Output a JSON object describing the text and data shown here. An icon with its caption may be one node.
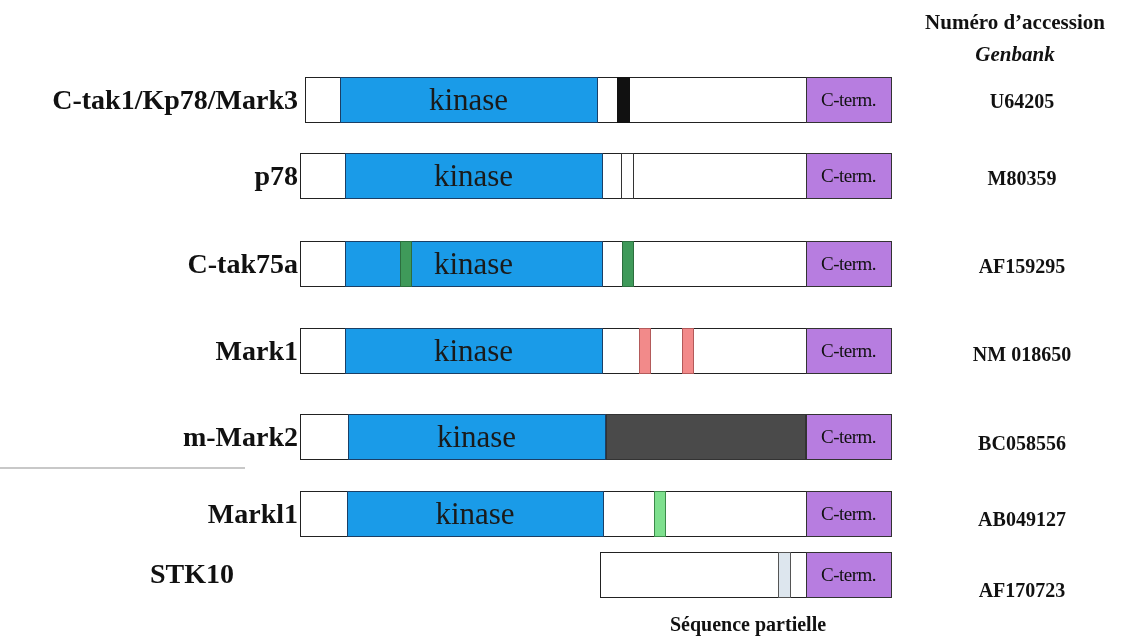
{
  "diagram": {
    "nodes": [
      {
        "text": [],
        "shape": "bar"
      },
      {
        "text": [
          "kinase"
        ],
        "in": 0
      },
      {
        "text": [
          "C-term."
        ],
        "in": 0
      },
      {
        "text": [],
        "shape": "bar"
      },
      {
        "text": [
          "kinase"
        ],
        "in": 3
      },
      {
        "text": [
          "C-term."
        ],
        "in": 3
      },
      {
        "text": [],
        "shape": "bar"
      },
      {
        "text": [
          "kinase"
        ],
        "in": 6
      },
      {
        "text": [
          "C-term."
        ],
        "in": 6
      },
      {
        "text": [],
        "shape": "bar"
      },
      {
        "text": [
          "kinase"
        ],
        "in": 9
      },
      {
        "text": [
          "C-term."
        ],
        "in": 9
      },
      {
        "text": [],
        "shape": "bar"
      },
      {
        "text": [
          "kinase"
        ],
        "in": 12
      },
      {
        "text": [],
        "shape": "box",
        "in": 12
      },
      {
        "text": [
          "C-term."
        ],
        "in": 12
      },
      {
        "text": [],
        "shape": "bar"
      },
      {
        "text": [
          "kinase"
        ],
        "in": 16
      },
      {
        "text": [
          "C-term."
        ],
        "in": 16
      },
      {
        "text": [],
        "shape": "bar"
      },
      {
        "text": [
          "C-term."
        ],
        "in": 19
      }
    ],
    "labels": [
      "Numéro d’accession",
      "Genbank",
      "C-tak1/Kp78/Mark3",
      "U64205",
      "p78",
      "M80359",
      "C-tak75a",
      "AF159295",
      "Mark1",
      "NM 018650",
      "m-Mark2",
      "BC058556",
      "Markl1",
      "AB049127",
      "STK10",
      "AF170723",
      "Séquence partielle"
    ]
  }
}
